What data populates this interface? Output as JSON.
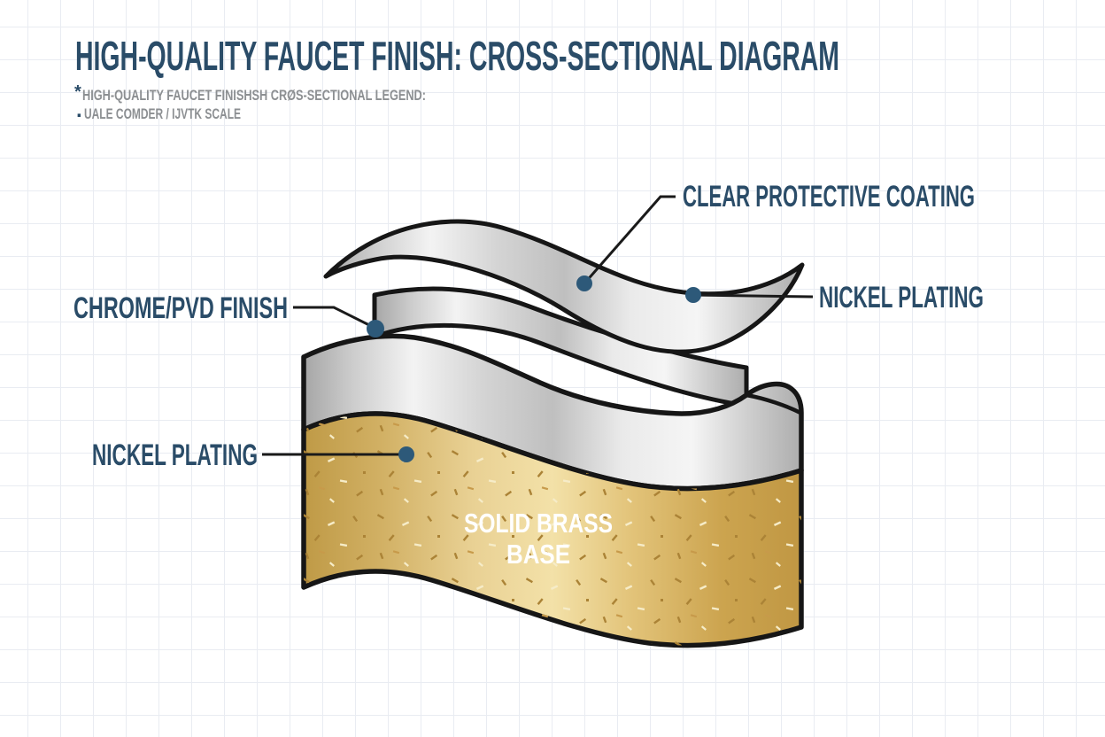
{
  "header": {
    "title": "HIGH-QUALITY FAUCET FINISH: CROSS-SECTIONAL DIAGRAM",
    "legend_marker_1": "*",
    "legend_line_1": "HIGH-QUALITY FAUCET FINISHSH CRØS-SECTIONAL LEGEND:",
    "legend_marker_2": ".",
    "legend_line_2": "UALE COMDER / IJVTK SCALE"
  },
  "diagram": {
    "labels": {
      "clear_coating": "CLEAR PROTECTIVE COATING",
      "nickel_plating_right": "NICKEL PLATING",
      "chrome_pvd": "CHROME/PVD FINISH",
      "nickel_plating_left": "NICKEL PLATING",
      "brass_base_line1": "SOLID BRASS",
      "brass_base_line2": "BASE"
    },
    "layers": [
      "Clear protective coating (top wavy sheet)",
      "Chrome/PVD finish (middle band)",
      "Nickel plating (silver band on slab)",
      "Solid brass base (gold slab)"
    ],
    "colors": {
      "label_navy": "#2a4c68",
      "callout_dot_blue": "#2d5979",
      "outline_black": "#161616",
      "brass_gold": "#d9b766",
      "silver_gray": "#d6d6d6",
      "legend_gray": "#8c8f92",
      "grid_line": "#e9ecf2",
      "background": "#ffffff"
    }
  }
}
